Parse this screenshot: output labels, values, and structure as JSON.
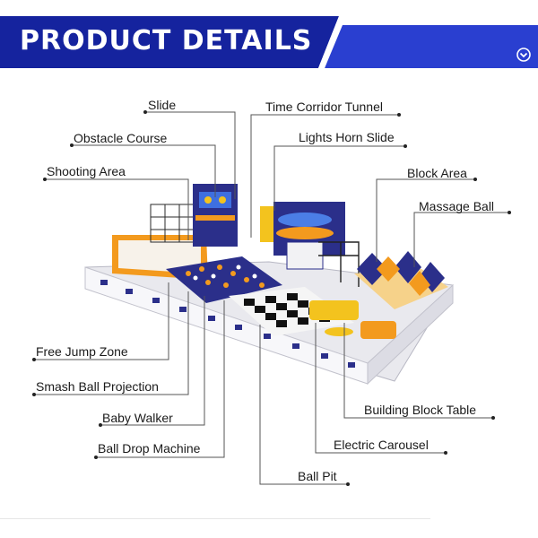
{
  "header": {
    "title": "PRODUCT DETAILS",
    "icon": "chevron-down-circle-icon",
    "colors": {
      "banner": "#15239e",
      "accent": "#2d41d6",
      "text": "#ffffff"
    }
  },
  "callouts": {
    "slide": "Slide",
    "obstacle_course": "Obstacle Course",
    "shooting_area": "Shooting Area",
    "time_corridor_tunnel": "Time Corridor Tunnel",
    "lights_horn_slide": "Lights Horn Slide",
    "block_area": "Block Area",
    "massage_ball": "Massage Ball",
    "free_jump_zone": "Free Jump Zone",
    "smash_ball_projection": "Smash Ball Projection",
    "baby_walker": "Baby Walker",
    "ball_drop_machine": "Ball Drop Machine",
    "building_block_table": "Building Block Table",
    "electric_carousel": "Electric Carousel",
    "ball_pit": "Ball Pit"
  },
  "illustration": {
    "subject": "indoor-playground-render",
    "colors": {
      "navy": "#2b2f8a",
      "orange": "#f39a1e",
      "white_wall": "#f2f2f4",
      "floor_dark": "#111111"
    }
  }
}
